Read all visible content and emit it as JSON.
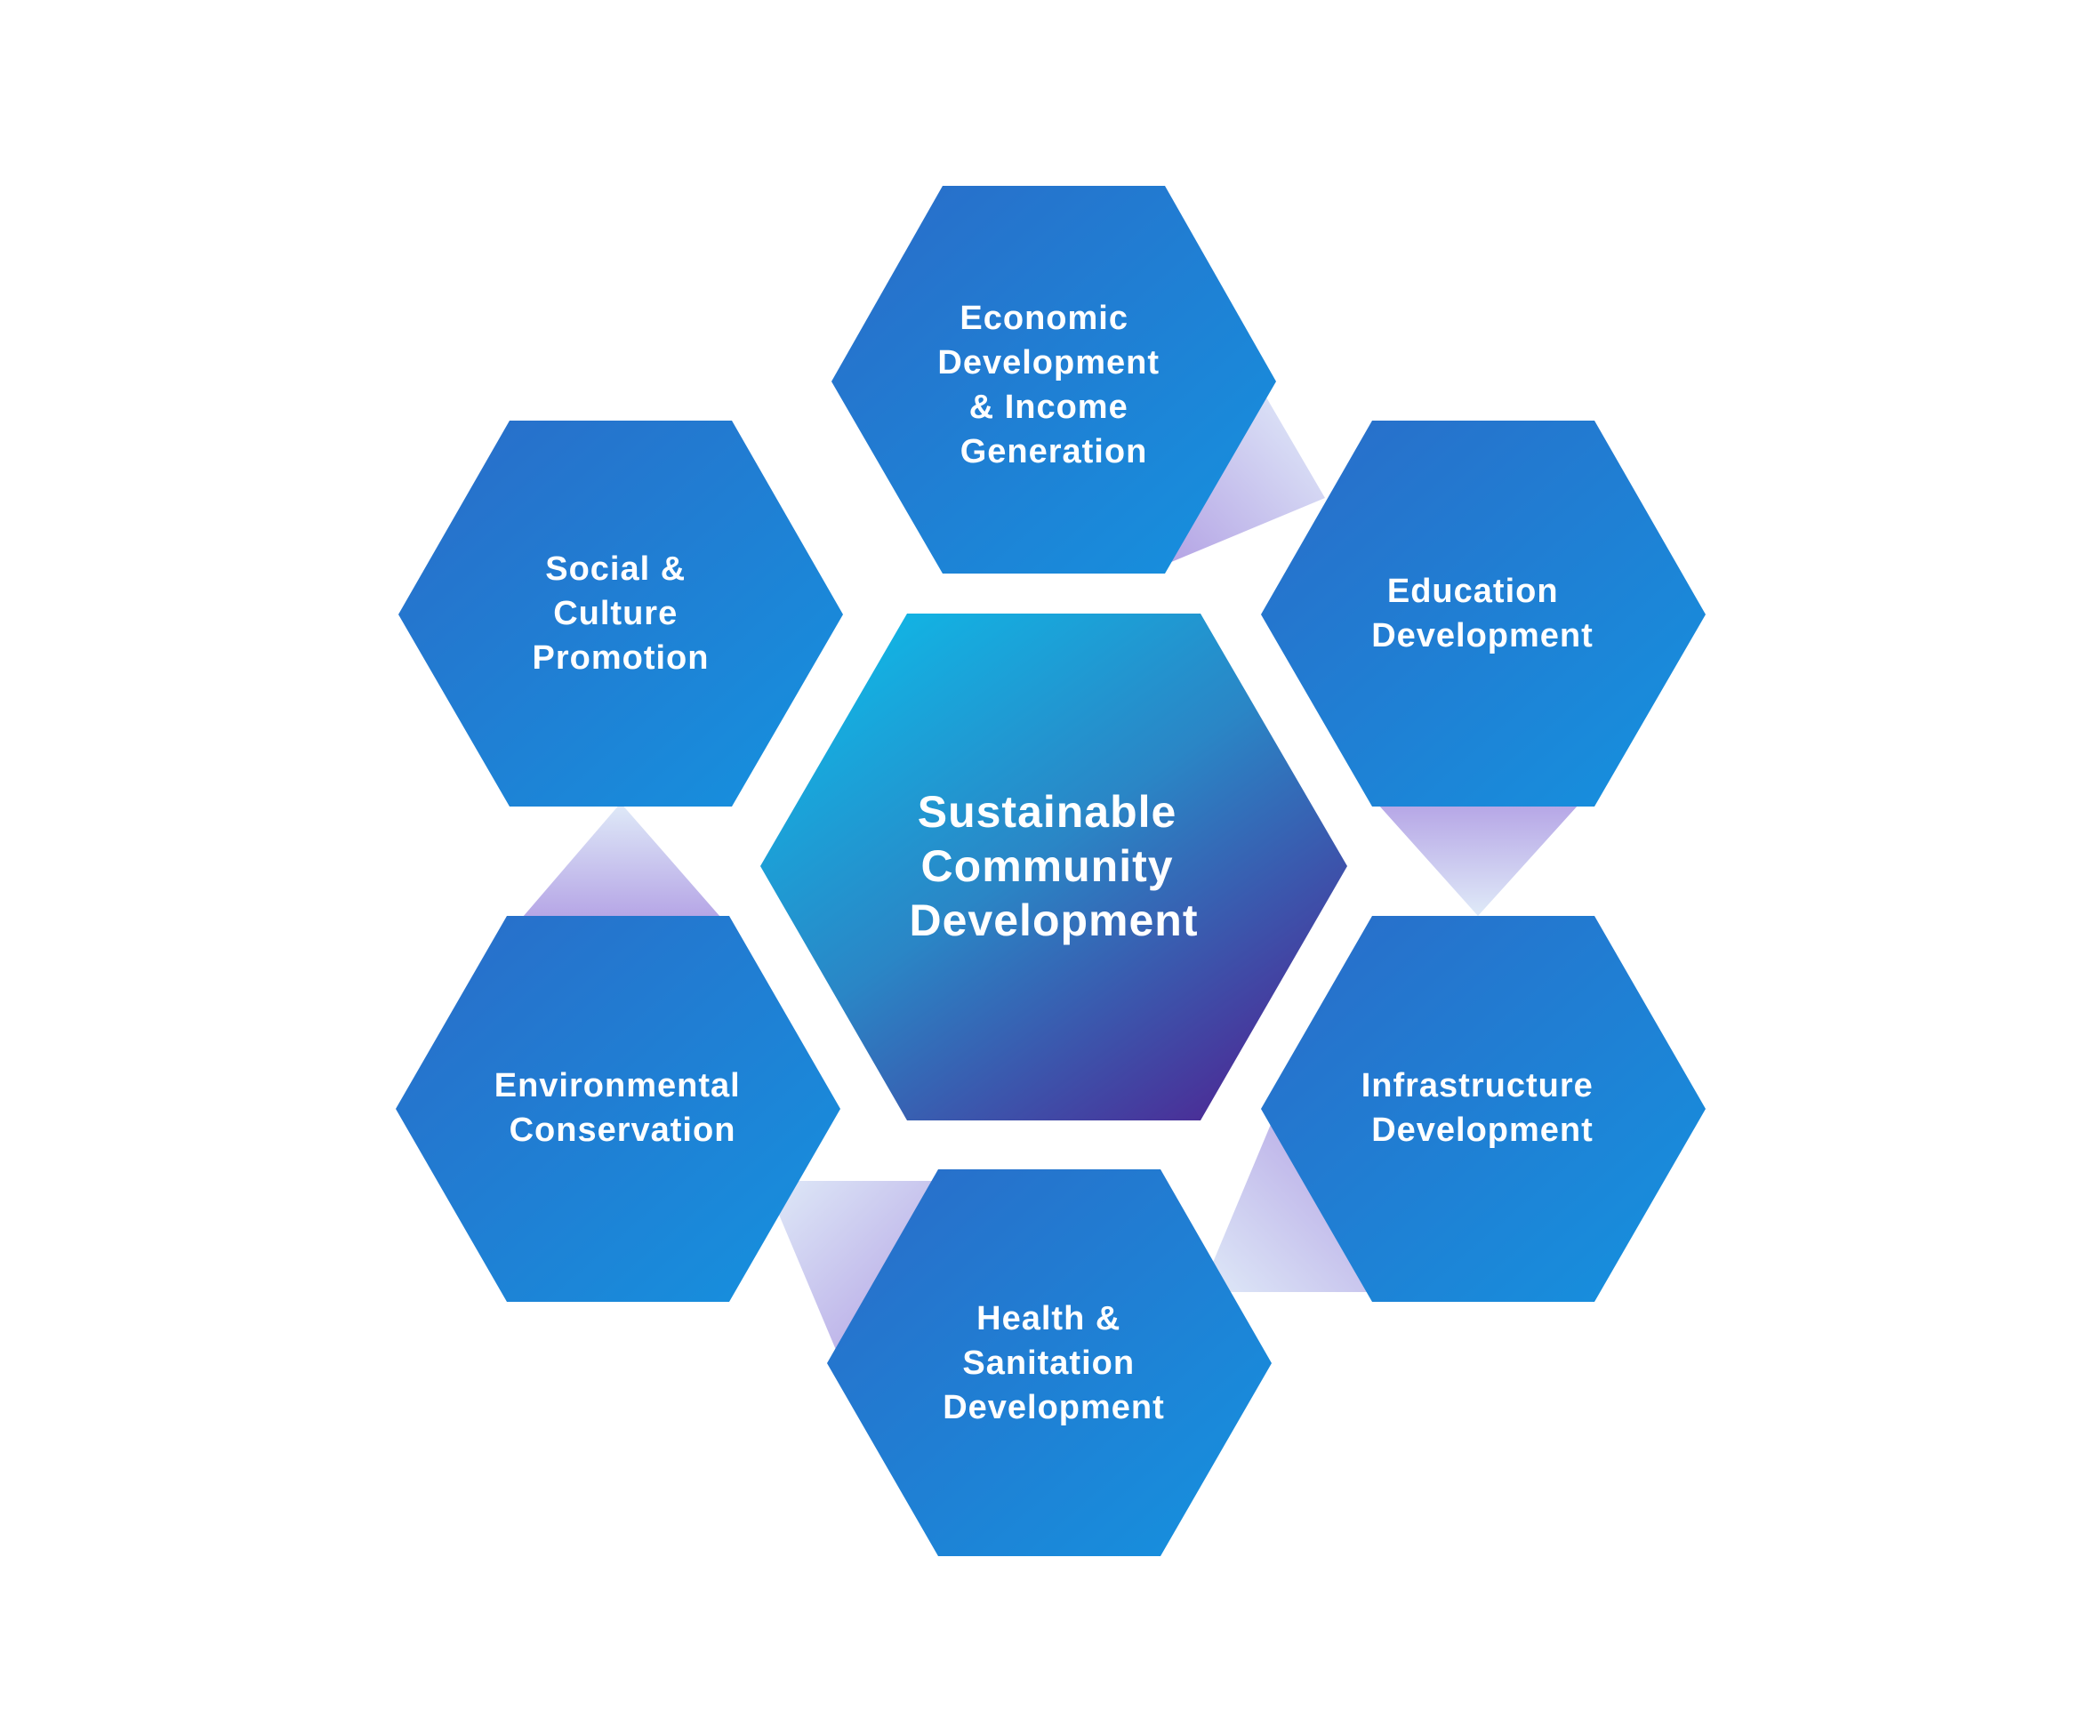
{
  "center": {
    "lines": [
      "Sustainable",
      "Community",
      "Development"
    ]
  },
  "nodes": [
    {
      "id": "economic",
      "lines": [
        "Economic",
        "Development",
        "& Income",
        "Generation"
      ]
    },
    {
      "id": "education",
      "lines": [
        "Education",
        "Development"
      ]
    },
    {
      "id": "infrastructure",
      "lines": [
        "Infrastructure",
        "Development"
      ]
    },
    {
      "id": "health",
      "lines": [
        "Health &",
        "Sanitation",
        "Development"
      ]
    },
    {
      "id": "environmental",
      "lines": [
        "Environmental",
        "Conservation"
      ]
    },
    {
      "id": "social",
      "lines": [
        "Social &",
        "Culture",
        "Promotion"
      ]
    }
  ],
  "colors": {
    "hex_start": "#2a6cc8",
    "hex_end": "#1592df",
    "center_start": "#13b1e2",
    "center_mid": "#2a86c6",
    "center_end": "#4b2c96",
    "connector_light": "#d6e6f7",
    "connector_purple": "#b9a9e6",
    "label": "#ffffff",
    "background": "#ffffff"
  }
}
